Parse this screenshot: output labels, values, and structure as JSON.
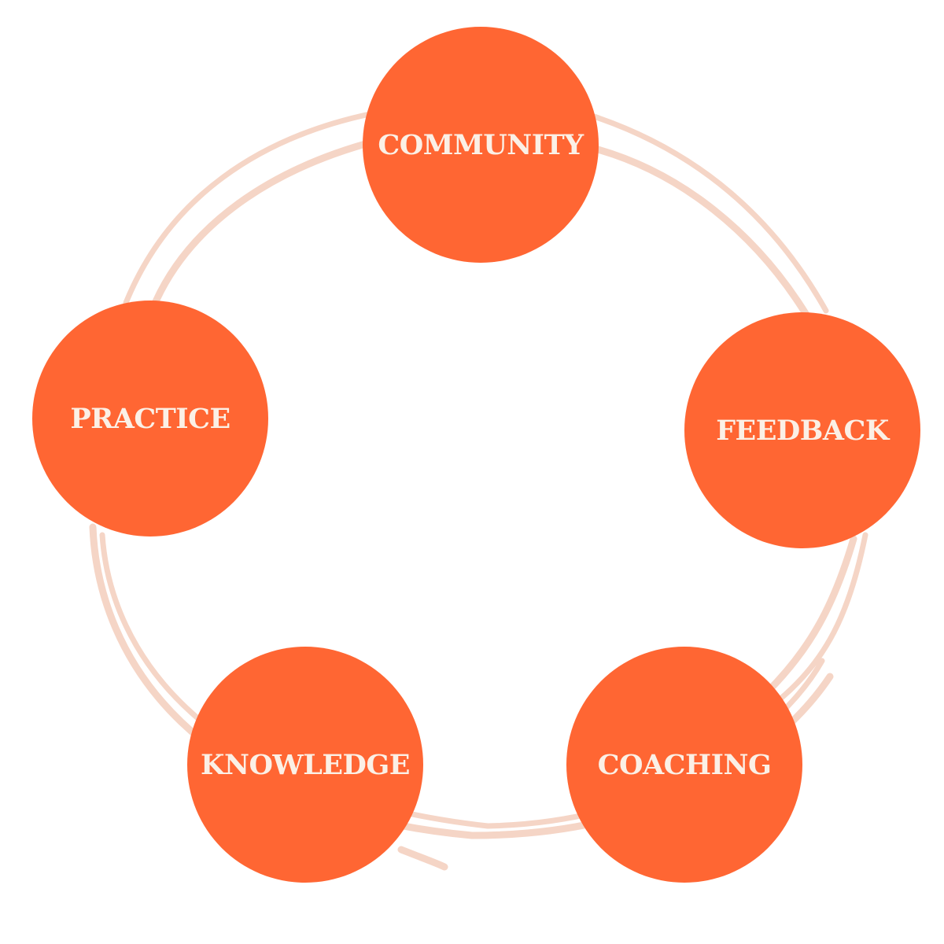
{
  "colors": {
    "node_fill": "#ff6633",
    "node_text": "#fbf0e6",
    "ring_stroke": "#f5d5c6",
    "background": "#ffffff"
  },
  "nodes": {
    "community": "COMMUNITY",
    "feedback": "FEEDBACK",
    "coaching": "COACHING",
    "knowledge": "KNOWLEDGE",
    "practice": "PRACTICE"
  }
}
